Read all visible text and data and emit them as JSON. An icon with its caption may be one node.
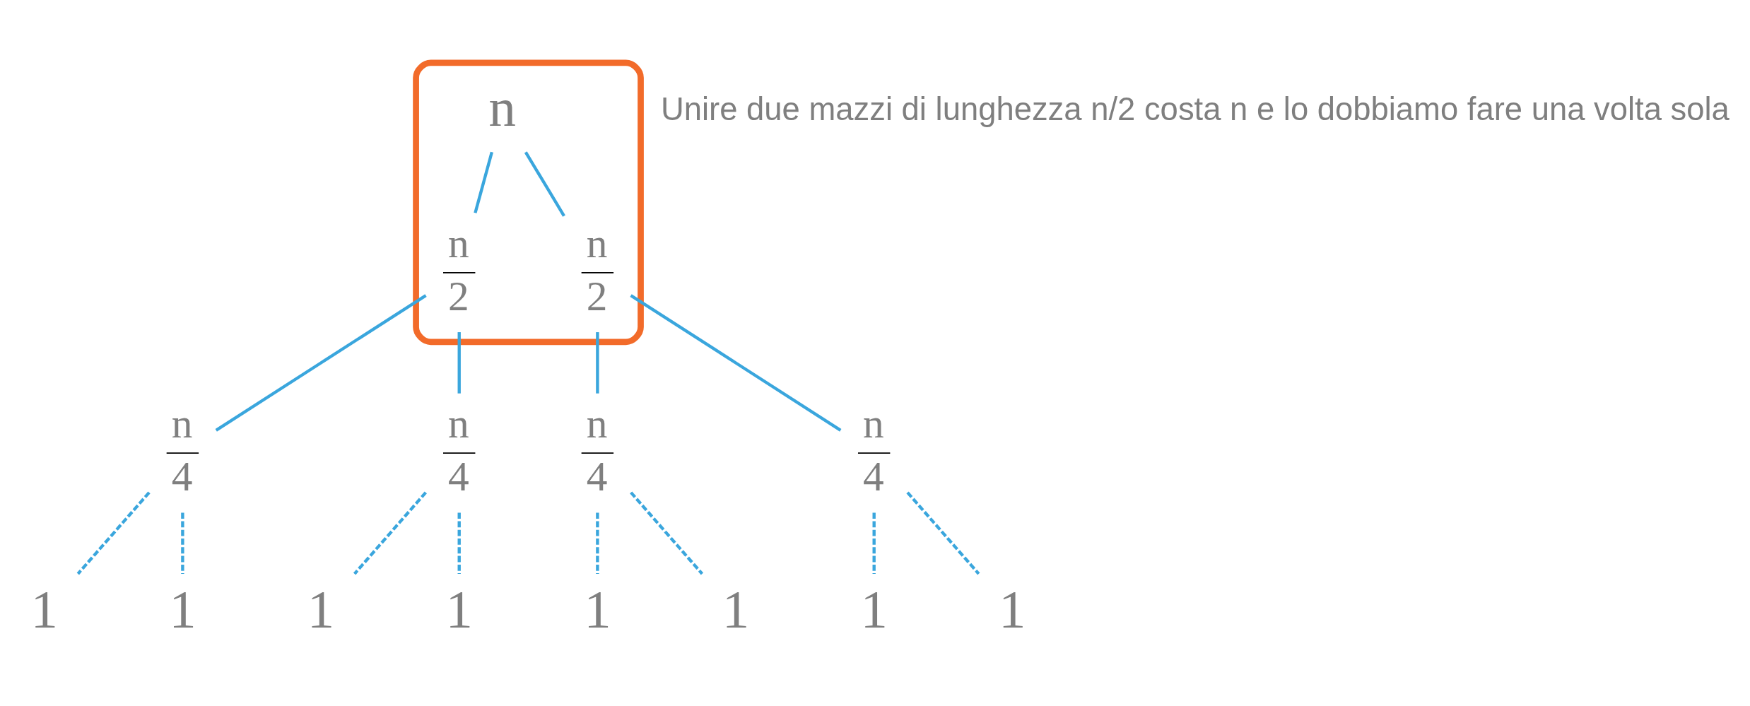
{
  "diagram": {
    "nodes": [
      {
        "text": [],
        "shape": "ellipse"
      },
      {
        "text": [
          "n"
        ],
        "in": 0
      },
      {
        "text": [
          "n",
          "2"
        ],
        "in": 0
      },
      {
        "text": [
          "n",
          "2"
        ],
        "in": 0
      },
      {
        "text": [
          "n",
          "4"
        ]
      },
      {
        "text": [
          "n",
          "4"
        ]
      },
      {
        "text": [
          "n",
          "4"
        ]
      },
      {
        "text": [
          "n",
          "4"
        ]
      },
      {
        "text": [
          "1"
        ]
      },
      {
        "text": [
          "1"
        ]
      },
      {
        "text": [
          "1"
        ]
      },
      {
        "text": [
          "1"
        ]
      },
      {
        "text": [
          "1"
        ]
      },
      {
        "text": [
          "1"
        ]
      },
      {
        "text": [
          "1"
        ]
      },
      {
        "text": [
          "1"
        ]
      }
    ],
    "edges": [
      {
        "from": 1,
        "to": 2,
        "arrow": "none"
      },
      {
        "from": 1,
        "to": 3,
        "arrow": "none"
      },
      {
        "from": 2,
        "to": 4,
        "arrow": "none"
      },
      {
        "from": 2,
        "to": 5,
        "arrow": "none"
      },
      {
        "from": 3,
        "to": 6,
        "arrow": "none"
      },
      {
        "from": 3,
        "to": 7,
        "arrow": "none"
      },
      {
        "from": 4,
        "to": 8,
        "arrow": "none",
        "style": "dashed"
      },
      {
        "from": 4,
        "to": 9,
        "arrow": "none",
        "style": "dashed"
      },
      {
        "from": 5,
        "to": 10,
        "arrow": "none",
        "style": "dashed"
      },
      {
        "from": 5,
        "to": 11,
        "arrow": "none",
        "style": "dashed"
      },
      {
        "from": 6,
        "to": 12,
        "arrow": "none",
        "style": "dashed"
      },
      {
        "from": 6,
        "to": 13,
        "arrow": "none",
        "style": "dashed"
      },
      {
        "from": 7,
        "to": 14,
        "arrow": "none",
        "style": "dashed"
      },
      {
        "from": 7,
        "to": 15,
        "arrow": "none",
        "style": "dashed"
      }
    ],
    "labels": [
      "Unire due mazzi di lunghezza n/2 costa n e lo dobbiamo fare una volta sola"
    ]
  }
}
